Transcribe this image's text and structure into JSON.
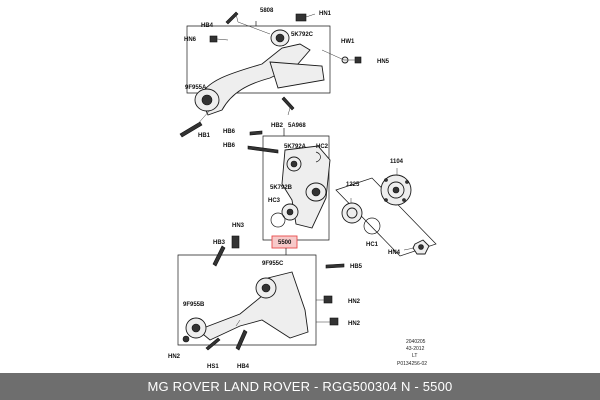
{
  "labels": {
    "n5808": "5808",
    "HN1": "HN1",
    "HB4_top": "HB4",
    "HN6": "HN6",
    "n5K792C_top": "5K792C",
    "HW1": "HW1",
    "HN5": "HN5",
    "n9F955A": "9F955A",
    "HB1": "HB1",
    "HB2": "HB2",
    "n5A968": "5A968",
    "HB6_a": "HB6",
    "HB6_b": "HB6",
    "n5K792A": "5K792A",
    "HC2": "HC2",
    "n5K792B": "5K792B",
    "HC3": "HC3",
    "n1104": "1104",
    "n1225": "1225",
    "HC1": "HC1",
    "HN4": "HN4",
    "HN3": "HN3",
    "HB3": "HB3",
    "n5500": "5500",
    "n9F955C": "9F955C",
    "HB5": "HB5",
    "n9F955B": "9F955B",
    "HN2_a": "HN2",
    "HN2_b": "HN2",
    "HN2_c": "HN2",
    "HS1": "HS1",
    "HB4_bot": "HB4"
  },
  "reference": {
    "code": "2040205",
    "date": "43-2012",
    "side": "LT",
    "pnum": "P0134256-02"
  },
  "footer": {
    "text": "MG ROVER LAND ROVER - RGG500304    N - 5500"
  },
  "colors": {
    "highlight": "#e84a4a",
    "footer_bg": "#6e6e6e"
  }
}
